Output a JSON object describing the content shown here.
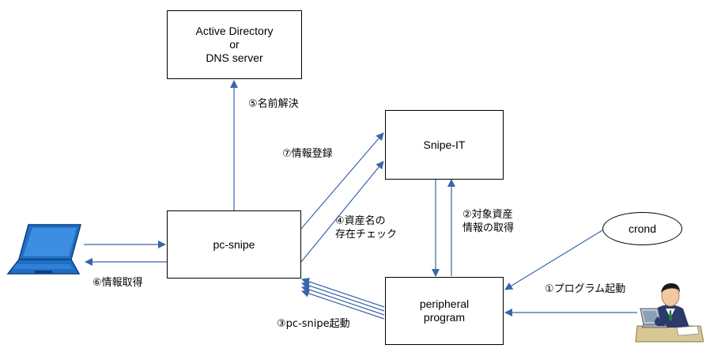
{
  "nodes": {
    "directory": "Active Directory\nor\nDNS server",
    "snipe_it": "Snipe-IT",
    "pc_snipe": "pc-snipe",
    "peripheral": "peripheral\nprogram",
    "crond": "crond"
  },
  "labels": {
    "step1": "①プログラム起動",
    "step2": "②対象資産\n 情報の取得",
    "step3": "③pc-snipe起動",
    "step4": "④資産名の\n存在チェック",
    "step5": "⑤名前解決",
    "step6": "⑥情報取得",
    "step7": "⑦情報登録"
  },
  "icons": {
    "laptop": "laptop-icon",
    "user": "user-at-computer-icon"
  },
  "colors": {
    "arrow": "#3a66a8",
    "laptop": "#1e6fc4"
  }
}
